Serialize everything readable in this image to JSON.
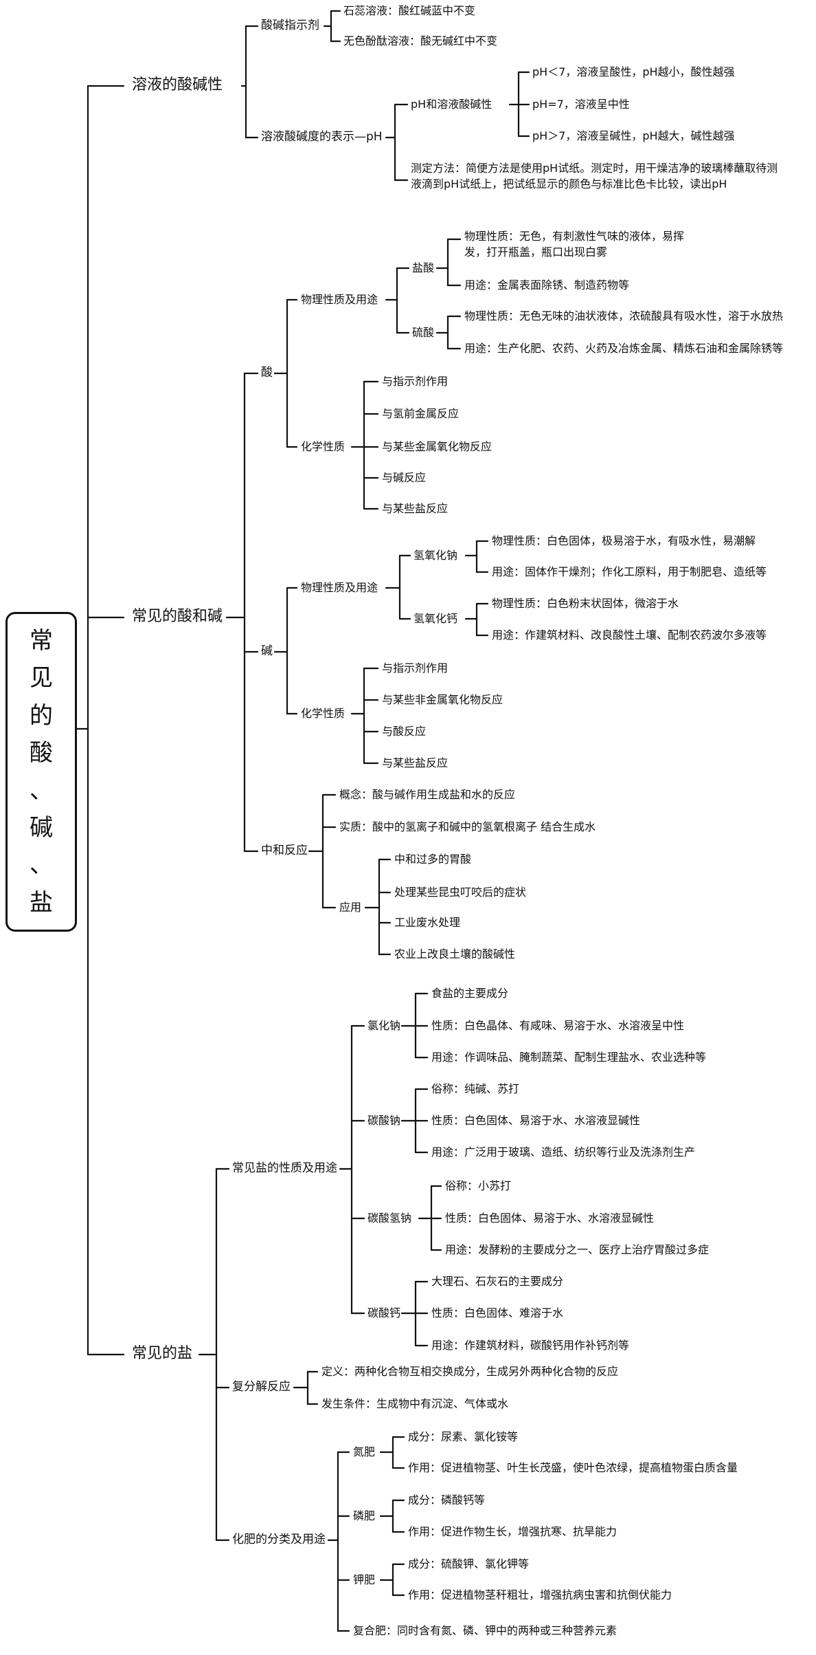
{
  "root": {
    "chars": [
      "常",
      "见",
      "的",
      "酸",
      "、",
      "碱",
      "、",
      "盐"
    ]
  },
  "sections": {
    "s1": {
      "label": "溶液的酸碱性",
      "a": {
        "label": "酸碱指示剂",
        "i1": "石蕊溶液：酸红碱蓝中不变",
        "i2": "无色酚酞溶液：酸无碱红中不变"
      },
      "b": {
        "label": "溶液酸碱度的表示—pH",
        "ph": {
          "label": "pH和溶液酸碱性",
          "i1": "pH＜7，溶液呈酸性，pH越小，酸性越强",
          "i2": "pH=7，溶液呈中性",
          "i3": "pH＞7，溶液呈碱性，pH越大，碱性越强"
        },
        "m1": "测定方法：简便方法是使用pH试纸。测定时，用干燥洁净的玻璃棒蘸取待测",
        "m2": "液滴到pH试纸上，把试纸显示的颜色与标准比色卡比较，读出pH"
      }
    },
    "s2": {
      "label": "常见的酸和碱",
      "acid": {
        "label": "酸",
        "phys": {
          "label": "物理性质及用途",
          "hcl": {
            "label": "盐酸",
            "p1": "物理性质：无色，有刺激性气味的液体，易挥",
            "p2": "发，打开瓶盖，瓶口出现白雾",
            "u": "用途：金属表面除锈、制造药物等"
          },
          "h2so4": {
            "label": "硫酸",
            "p": "物理性质：无色无味的油状液体，浓硫酸具有吸水性，溶于水放热",
            "u": "用途：生产化肥、农药、火药及冶炼金属、精炼石油和金属除锈等"
          }
        },
        "chem": {
          "label": "化学性质",
          "i1": "与指示剂作用",
          "i2": "与氢前金属反应",
          "i3": "与某些金属氧化物反应",
          "i4": "与碱反应",
          "i5": "与某些盐反应"
        }
      },
      "base": {
        "label": "碱",
        "phys": {
          "label": "物理性质及用途",
          "naoh": {
            "label": "氢氧化钠",
            "p": "物理性质：白色固体，极易溶于水，有吸水性，易潮解",
            "u": "用途：固体作干燥剂；作化工原料，用于制肥皂、造纸等"
          },
          "caoh": {
            "label": "氢氧化钙",
            "p": "物理性质：白色粉末状固体，微溶于水",
            "u": "用途：作建筑材料、改良酸性土壤、配制农药波尔多液等"
          }
        },
        "chem": {
          "label": "化学性质",
          "i1": "与指示剂作用",
          "i2": "与某些非金属氧化物反应",
          "i3": "与酸反应",
          "i4": "与某些盐反应"
        }
      },
      "neut": {
        "label": "中和反应",
        "concept": "概念：酸与碱作用生成盐和水的反应",
        "essence": "实质：酸中的氢离子和碱中的氢氧根离子 结合生成水",
        "app": {
          "label": "应用",
          "i1": "中和过多的胃酸",
          "i2": "处理某些昆虫叮咬后的症状",
          "i3": "工业废水处理",
          "i4": "农业上改良土壤的酸碱性"
        }
      }
    },
    "s3": {
      "label": "常见的盐",
      "salts": {
        "label": "常见盐的性质及用途",
        "nacl": {
          "label": "氯化钠",
          "i1": "食盐的主要成分",
          "i2": "性质：白色晶体、有咸味、易溶于水、水溶液呈中性",
          "i3": "用途：作调味品、腌制蔬菜、配制生理盐水、农业选种等"
        },
        "na2co3": {
          "label": "碳酸钠",
          "i1": "俗称：纯碱、苏打",
          "i2": "性质：白色固体、易溶于水、水溶液显碱性",
          "i3": "用途：广泛用于玻璃、造纸、纺织等行业及洗涤剂生产"
        },
        "nahco3": {
          "label": "碳酸氢钠",
          "i1": "俗称：小苏打",
          "i2": "性质：白色固体、易溶于水、水溶液显碱性",
          "i3": "用途：发酵粉的主要成分之一、医疗上治疗胃酸过多症"
        },
        "caco3": {
          "label": "碳酸钙",
          "i1": "大理石、石灰石的主要成分",
          "i2": "性质：白色固体、难溶于水",
          "i3": "用途：作建筑材料，碳酸钙用作补钙剂等"
        }
      },
      "double": {
        "label": "复分解反应",
        "def": "定义：两种化合物互相交换成分，生成另外两种化合物的反应",
        "cond": "发生条件：生成物中有沉淀、气体或水"
      },
      "fert": {
        "label": "化肥的分类及用途",
        "n": {
          "label": "氮肥",
          "c": "成分：尿素、氯化铵等",
          "e": "作用：促进植物茎、叶生长茂盛，使叶色浓绿，提高植物蛋白质含量"
        },
        "p": {
          "label": "磷肥",
          "c": "成分：磷酸钙等",
          "e": "作用：促进作物生长，增强抗寒、抗旱能力"
        },
        "k": {
          "label": "钾肥",
          "c": "成分：硫酸钾、氯化钾等",
          "e": "作用：促进植物茎秆粗壮，增强抗病虫害和抗倒伏能力"
        },
        "compound": "复合肥：同时含有氮、磷、钾中的两种或三种营养元素"
      }
    }
  }
}
